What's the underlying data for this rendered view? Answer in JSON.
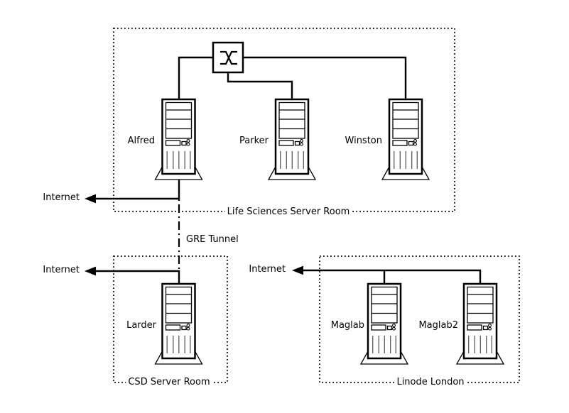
{
  "rooms": [
    {
      "id": "life-sciences",
      "label": "Life Sciences Server Room"
    },
    {
      "id": "csd",
      "label": "CSD Server Room"
    },
    {
      "id": "linode",
      "label": "Linode London"
    }
  ],
  "nodes": [
    {
      "id": "alfred",
      "label": "Alfred",
      "icon": "server-icon",
      "room": "Life Sciences Server Room"
    },
    {
      "id": "parker",
      "label": "Parker",
      "icon": "server-icon",
      "room": "Life Sciences Server Room"
    },
    {
      "id": "winston",
      "label": "Winston",
      "icon": "server-icon",
      "room": "Life Sciences Server Room"
    },
    {
      "id": "larder",
      "label": "Larder",
      "icon": "server-icon",
      "room": "CSD Server Room"
    },
    {
      "id": "maglab",
      "label": "Maglab",
      "icon": "server-icon",
      "room": "Linode London"
    },
    {
      "id": "maglab2",
      "label": "Maglab2",
      "icon": "server-icon",
      "room": "Linode London"
    },
    {
      "id": "switch",
      "label": "",
      "icon": "switch-icon",
      "room": "Life Sciences Server Room"
    }
  ],
  "annotations": {
    "internet_labels": [
      "Internet",
      "Internet",
      "Internet"
    ],
    "gre_tunnel_label": "GRE Tunnel"
  },
  "colors": {
    "stroke": "#000000",
    "vent_gray": "#666666",
    "background": "#ffffff"
  }
}
